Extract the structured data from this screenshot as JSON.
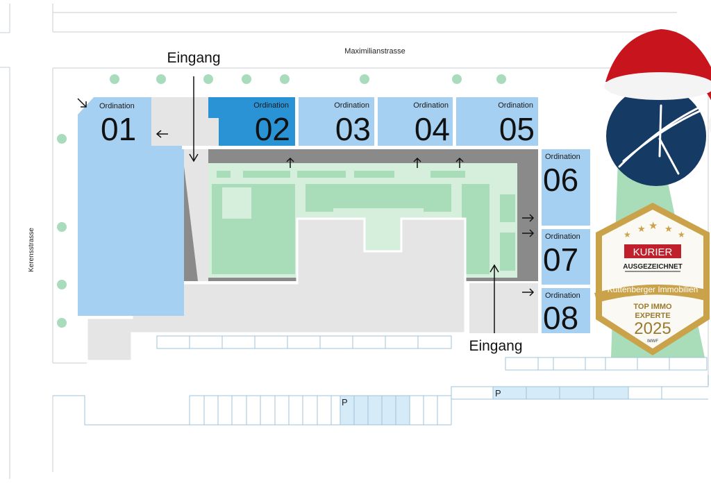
{
  "map": {
    "streets": {
      "top": "Maximilianstrasse",
      "left": "Kerensstrasse"
    },
    "entrance_label": "Eingang",
    "units": [
      {
        "label": "Ordination",
        "number": "01",
        "highlighted": false
      },
      {
        "label": "Ordination",
        "number": "02",
        "highlighted": true
      },
      {
        "label": "Ordination",
        "number": "03",
        "highlighted": false
      },
      {
        "label": "Ordination",
        "number": "04",
        "highlighted": false
      },
      {
        "label": "Ordination",
        "number": "05",
        "highlighted": false
      },
      {
        "label": "Ordination",
        "number": "06",
        "highlighted": false
      },
      {
        "label": "Ordination",
        "number": "07",
        "highlighted": false
      },
      {
        "label": "Ordination",
        "number": "08",
        "highlighted": false
      }
    ],
    "parking_label": "P",
    "colors": {
      "unit": "#a6d0f1",
      "unit_highlight": "#2a93d5",
      "courtyard": "#a9dcb9",
      "courtyard_light": "#d6efdc",
      "walkway": "#8a8a8a",
      "building": "#e5e5e5",
      "tree": "#a8dcbc",
      "parking_line": "#9cc3d8",
      "parking_fill": "#d6ebf8"
    }
  },
  "badge": {
    "brand": "KURIER",
    "award": "AUSGEZEICHNET",
    "company": "Kuttenberger Immobilien",
    "title_line1": "TOP IMMO",
    "title_line2": "EXPERTE",
    "year": "2025",
    "issuer": "IMWF",
    "stars": 5
  },
  "logo": {
    "icon": "k-monogram-logo-with-santa-hat",
    "color": "#153a63"
  }
}
